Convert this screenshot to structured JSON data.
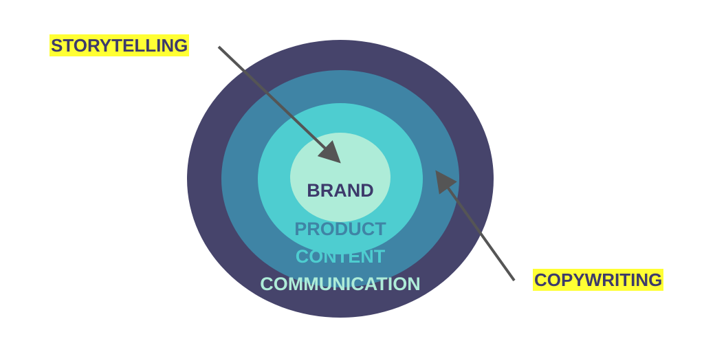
{
  "labels": {
    "storytelling": "STORYTELLING",
    "copywriting": "COPYWRITING"
  },
  "rings": {
    "brand": "BRAND",
    "product": "PRODUCT",
    "content": "CONTENT",
    "communication": "COMMUNICATION"
  },
  "colors": {
    "outer": "#46446b",
    "second": "#3f84a5",
    "third": "#4ecdd0",
    "inner": "#aeecd8",
    "highlight": "#ffff33",
    "arrow": "#555555"
  }
}
